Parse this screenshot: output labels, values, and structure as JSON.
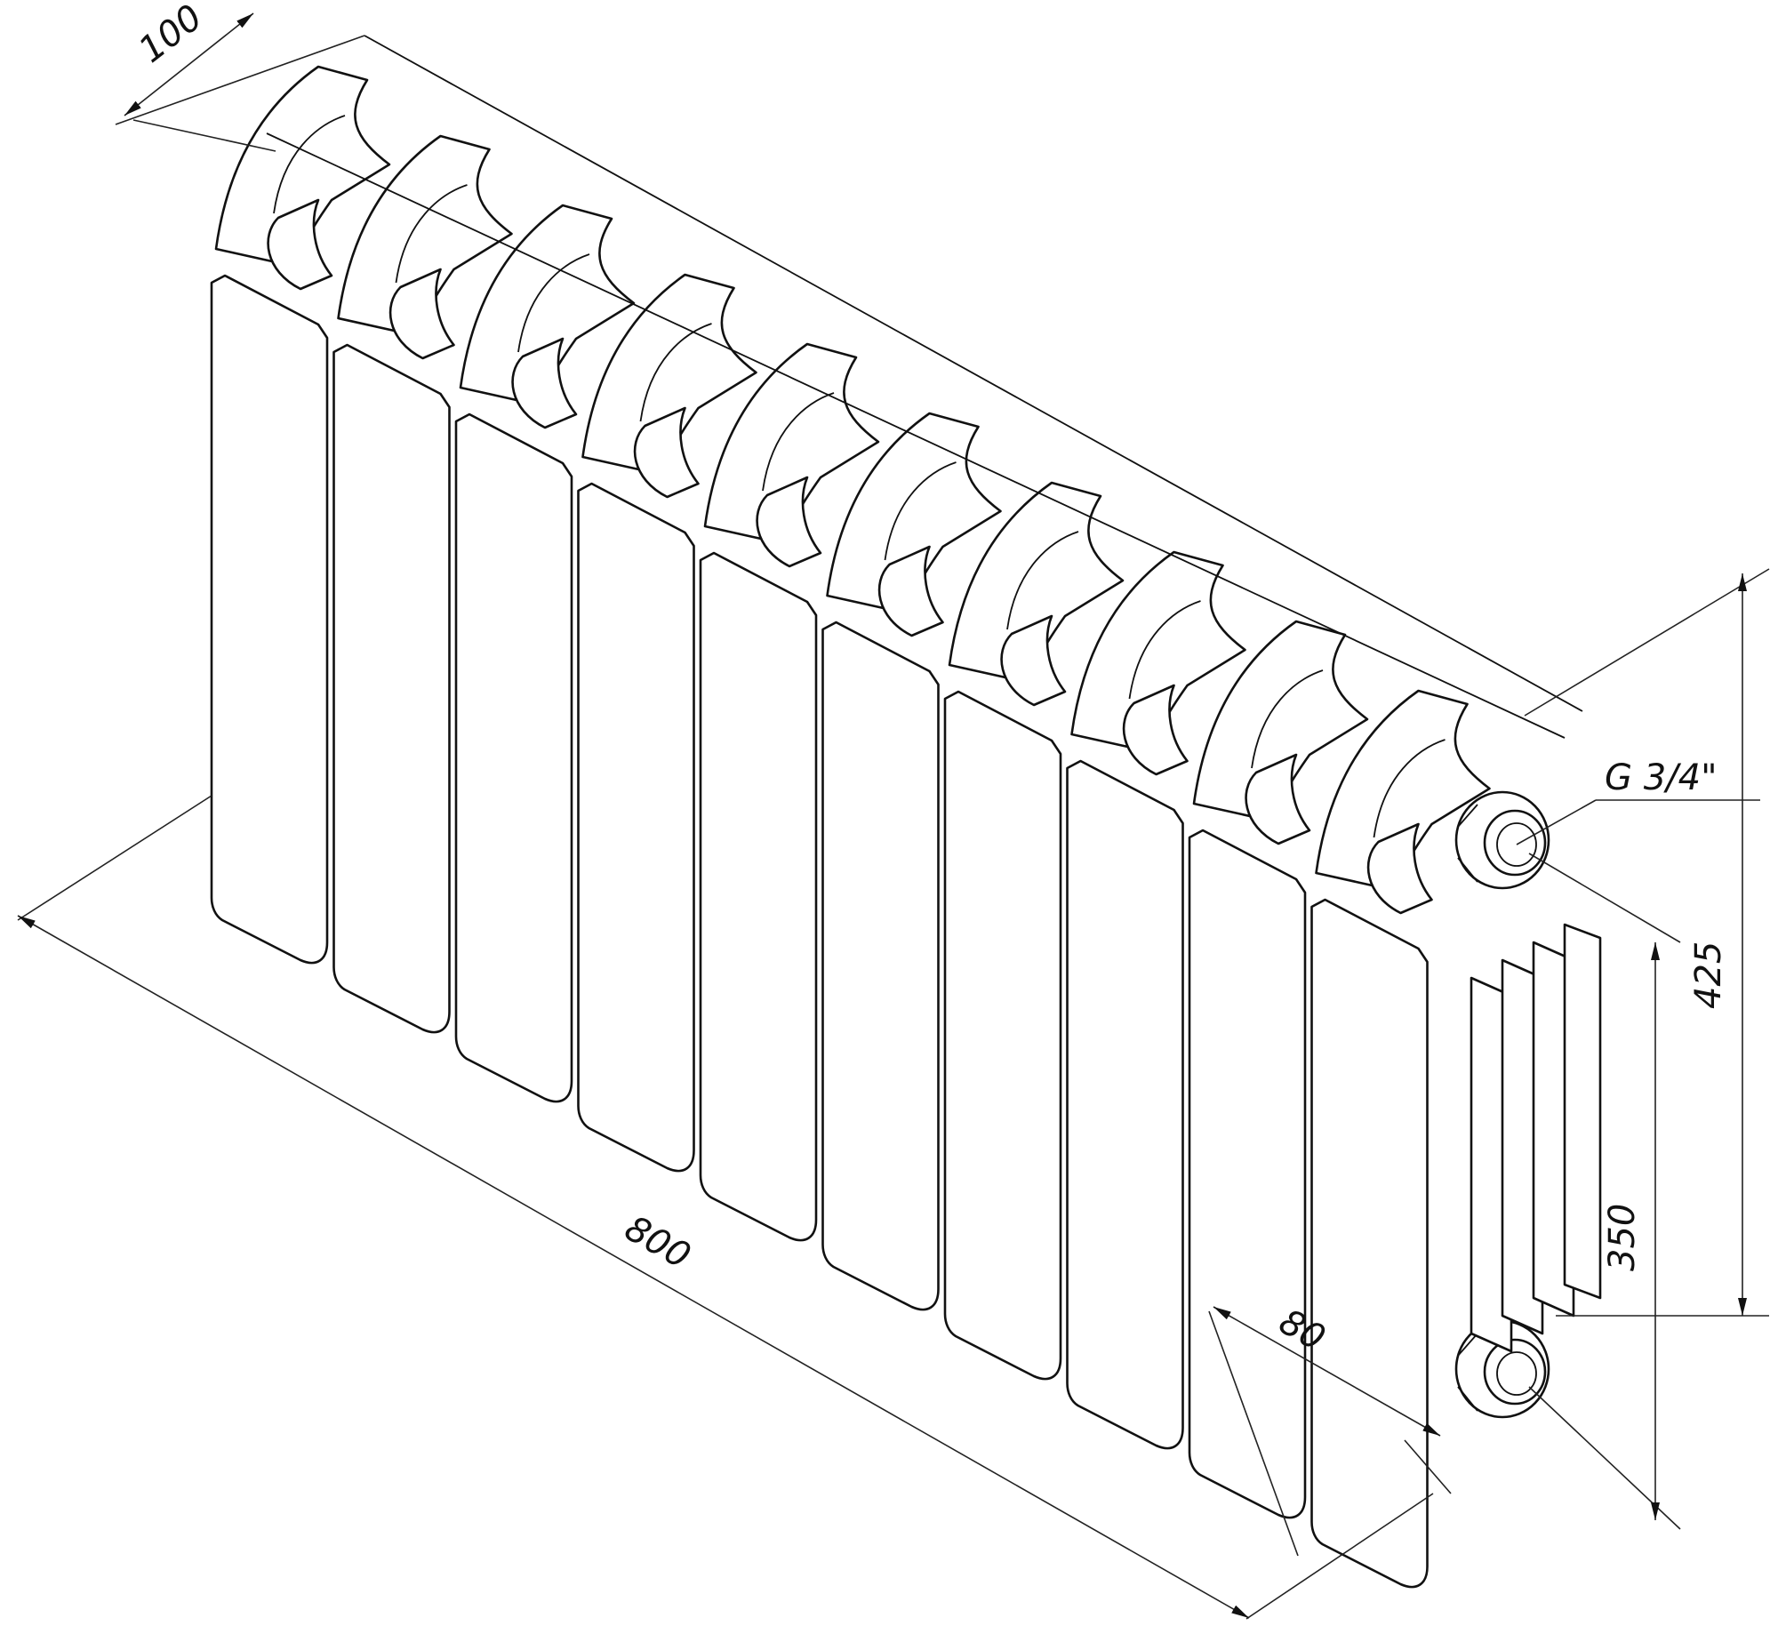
{
  "dimensions": {
    "depth_top": "100",
    "length": "800",
    "total_height": "425",
    "axis_distance": "350",
    "depth_bottom": "80",
    "thread": "G 3/4\""
  },
  "radiator": {
    "sections": 10
  }
}
